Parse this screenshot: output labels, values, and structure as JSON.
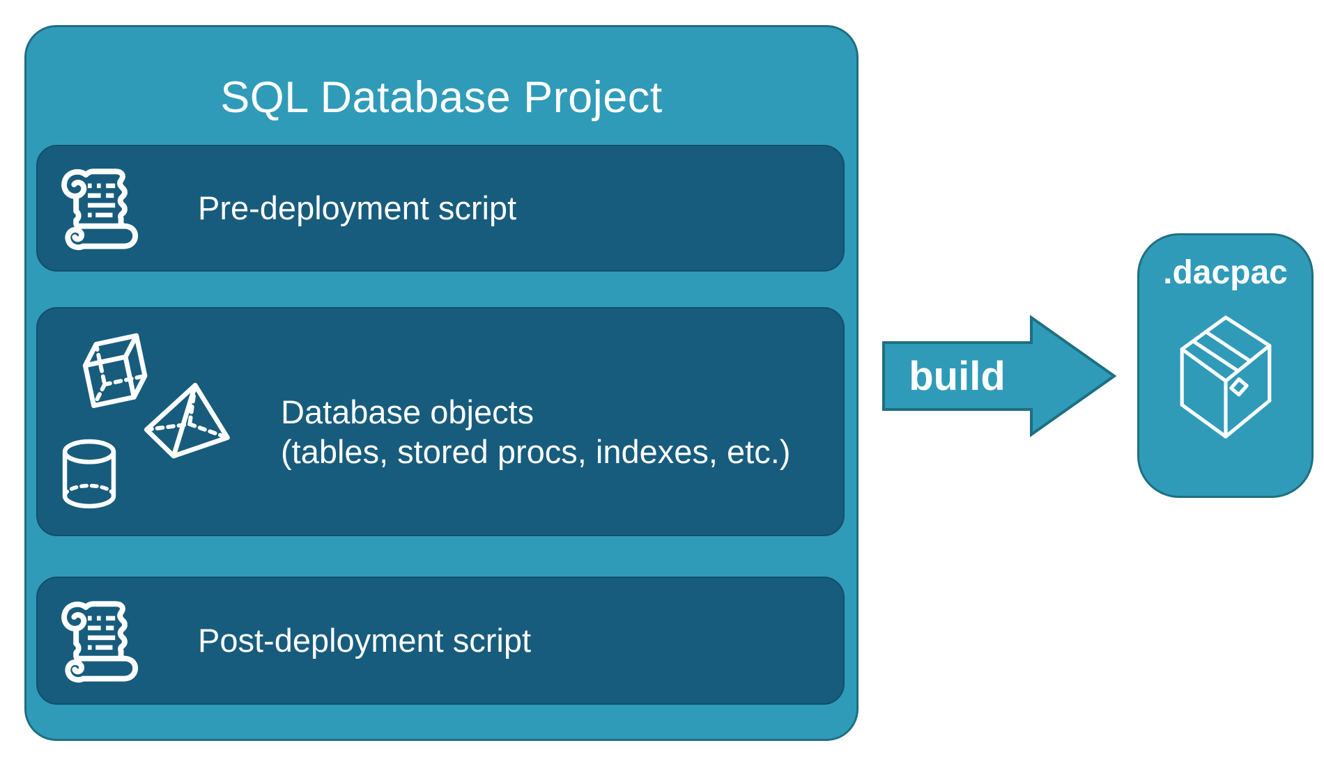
{
  "project": {
    "title": "SQL Database Project",
    "items": [
      {
        "label": "Pre-deployment script",
        "icon": "scroll-icon"
      },
      {
        "label_line1": "Database objects",
        "label_line2": "(tables, stored procs, indexes, etc.)",
        "icon": "geometric-shapes-icon"
      },
      {
        "label": "Post-deployment script",
        "icon": "scroll-icon"
      }
    ]
  },
  "arrow": {
    "label": "build"
  },
  "output": {
    "label": ".dacpac",
    "icon": "package-box-icon"
  },
  "colors": {
    "teal": "#2F9BB8",
    "dark_panel": "#175C7D",
    "outer_border": "#1E6F82",
    "panel_border": "#134E6C",
    "text": "#FFFFFF",
    "bg": "#FFFFFF"
  }
}
